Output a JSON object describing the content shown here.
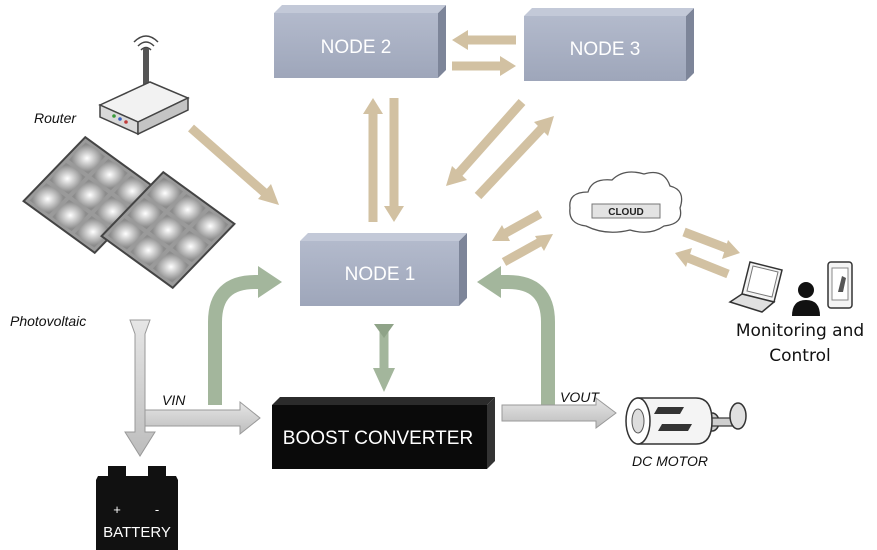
{
  "nodes": {
    "node1": "NODE 1",
    "node2": "NODE 2",
    "node3": "NODE 3"
  },
  "boost_converter": "BOOST CONVERTER",
  "router": "Router",
  "photovoltaic": "Photovoltaic",
  "cloud": "CLOUD",
  "monitoring": {
    "line1": "Monitoring and",
    "line2": "Control"
  },
  "vin": "VIN",
  "vout": "VOUT",
  "dc_motor": "DC MOTOR",
  "battery": {
    "label": "BATTERY",
    "plus": "+",
    "minus": "-"
  },
  "colors": {
    "node_face": "#a9b0c3",
    "boost_face": "#0a0a0a",
    "tan_arrow": "#d2c1a2",
    "green_arrow": "#a3b69c",
    "grey_arrow": "#c8c8c8"
  }
}
